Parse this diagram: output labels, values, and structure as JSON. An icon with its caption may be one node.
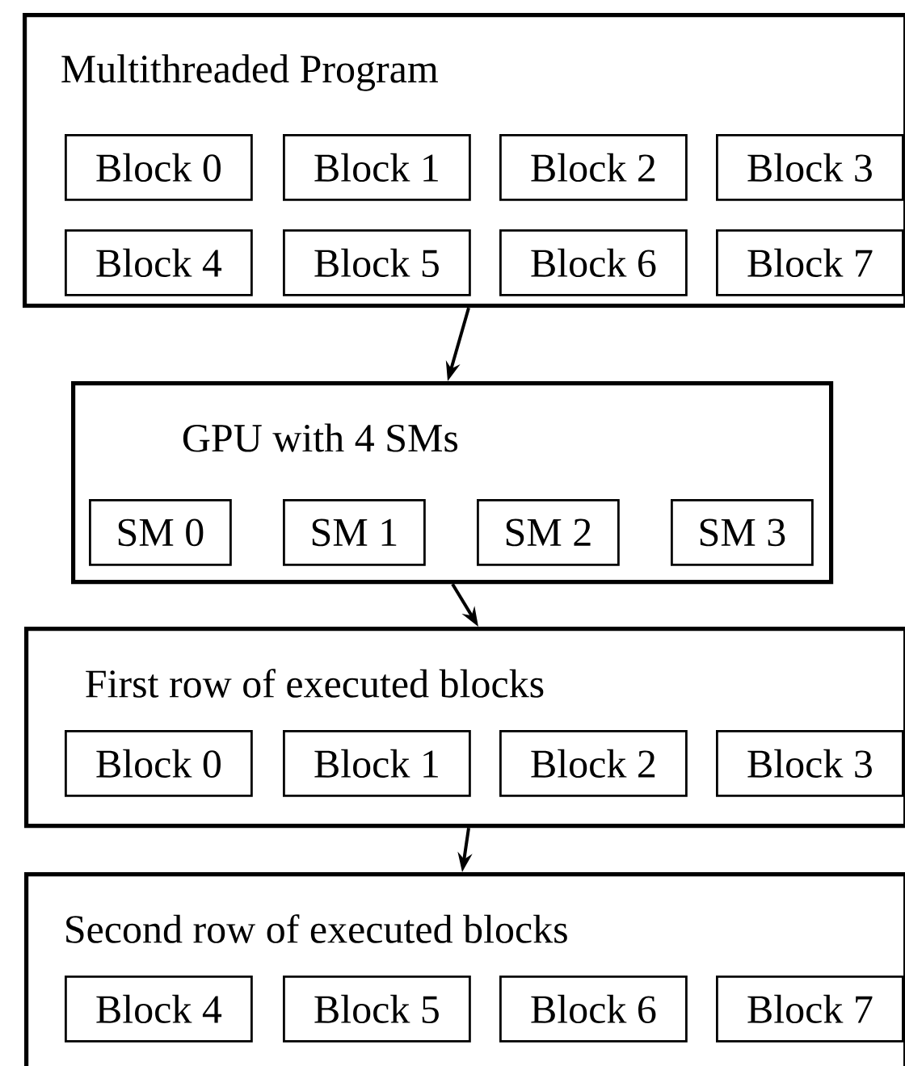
{
  "diagram": {
    "nodes": [
      {
        "text": [
          "Multithreaded Program"
        ]
      },
      {
        "text": [
          "Block 0"
        ],
        "in": 0
      },
      {
        "text": [
          "Block 1"
        ],
        "in": 0
      },
      {
        "text": [
          "Block 2"
        ],
        "in": 0
      },
      {
        "text": [
          "Block 3"
        ],
        "in": 0
      },
      {
        "text": [
          "Block 4"
        ],
        "in": 0
      },
      {
        "text": [
          "Block 5"
        ],
        "in": 0
      },
      {
        "text": [
          "Block 6"
        ],
        "in": 0
      },
      {
        "text": [
          "Block 7"
        ],
        "in": 0
      },
      {
        "text": [
          "GPU with 4 SMs"
        ]
      },
      {
        "text": [
          "SM 0"
        ],
        "in": 9
      },
      {
        "text": [
          "SM 1"
        ],
        "in": 9
      },
      {
        "text": [
          "SM 2"
        ],
        "in": 9
      },
      {
        "text": [
          "SM 3"
        ],
        "in": 9
      },
      {
        "text": [
          "First row of executed blocks"
        ]
      },
      {
        "text": [
          "Block 0"
        ],
        "in": 14
      },
      {
        "text": [
          "Block 1"
        ],
        "in": 14
      },
      {
        "text": [
          "Block 2"
        ],
        "in": 14
      },
      {
        "text": [
          "Block 3"
        ],
        "in": 14
      },
      {
        "text": [
          "Second row of executed blocks"
        ]
      },
      {
        "text": [
          "Block 4"
        ],
        "in": 19
      },
      {
        "text": [
          "Block 5"
        ],
        "in": 19
      },
      {
        "text": [
          "Block 6"
        ],
        "in": 19
      },
      {
        "text": [
          "Block 7"
        ],
        "in": 19
      }
    ],
    "edges": [
      {
        "from": 0,
        "to": 9,
        "arrow": "to"
      },
      {
        "from": 9,
        "to": 14,
        "arrow": "to"
      },
      {
        "from": 14,
        "to": 19,
        "arrow": "to"
      }
    ]
  }
}
